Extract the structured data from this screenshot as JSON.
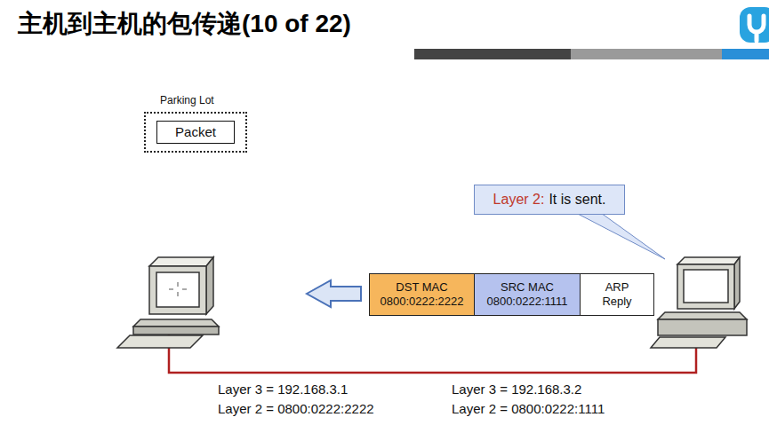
{
  "diagram": {
    "title": "主机到主机的包传递(10 of 22)",
    "nodes": [
      {
        "text": [
          "Parking Lot"
        ]
      },
      {
        "text": [
          "Packet"
        ],
        "in": 0
      },
      {
        "text": [
          "Layer 2:",
          "It is sent."
        ]
      },
      {
        "text": [
          "DST MAC",
          "0800:0222:2222"
        ]
      },
      {
        "text": [
          "SRC MAC",
          "0800:0222:1111"
        ]
      },
      {
        "text": [
          "ARP Reply"
        ]
      }
    ],
    "labels": [
      "Layer 3 = 192.168.3.1",
      "Layer 2 = 0800:0222:2222",
      "Layer 3 = 192.168.3.2",
      "Layer 2 = 0800:0222:1111"
    ]
  }
}
